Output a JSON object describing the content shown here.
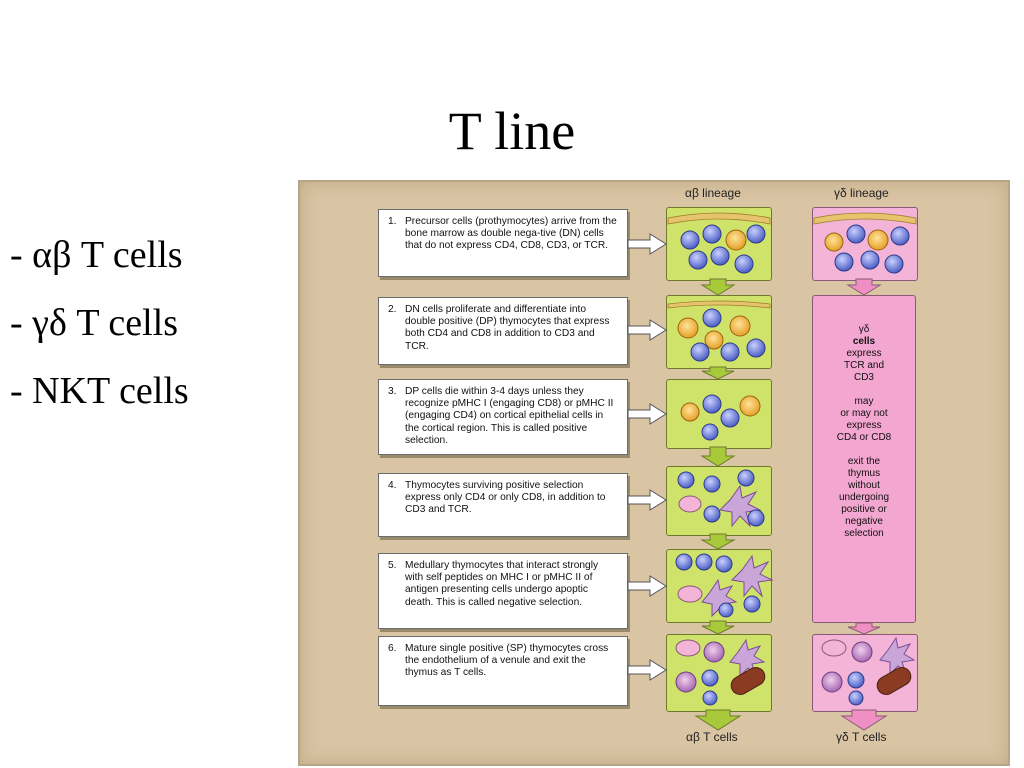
{
  "slide": {
    "title": "T line",
    "bullets": [
      "- αβ T cells",
      "- γδ T cells",
      "-  NKT cells"
    ]
  },
  "figure": {
    "ab_lineage": "αβ lineage",
    "gd_lineage": "γδ lineage",
    "steps": [
      {
        "num": "1.",
        "text": "Precursor cells (prothymocytes) arrive from the bone marrow as double nega-tive (DN) cells that do not express CD4, CD8, CD3, or TCR."
      },
      {
        "num": "2.",
        "text": "DN cells proliferate and differentiate into double positive (DP) thymocytes that express both CD4 and CD8 in addition to CD3 and TCR."
      },
      {
        "num": "3.",
        "text": "DP cells die within 3-4 days unless they recognize pMHC I (engaging CD8) or pMHC II (engaging CD4) on cortical epithelial cells in the cortical region.  This is called positive selection."
      },
      {
        "num": "4.",
        "text": "Thymocytes surviving positive selection express only CD4 or only CD8, in addition to CD3 and TCR."
      },
      {
        "num": "5.",
        "text": "Medullary thymocytes that interact strongly with self peptides on MHC I or pMHC II of antigen presenting cells undergo apoptic death.  This is called negative selection."
      },
      {
        "num": "6.",
        "text": "Mature single positive (SP) thymocytes cross the endothelium of a venule and exit the thymus as T cells."
      }
    ],
    "gd_box": {
      "l1": "γδ",
      "l2": "cells",
      "l3": "express",
      "l4": "TCR and",
      "l5": "CD3",
      "l6": "may",
      "l7": "or may not",
      "l8": "express",
      "l9": "CD4 or CD8",
      "l10": "exit the",
      "l11": "thymus",
      "l12": "without",
      "l13": "undergoing",
      "l14": "positive or",
      "l15": "negative",
      "l16": "selection"
    },
    "ab_output": "αβ T cells",
    "gd_output": "γδ T cells"
  }
}
